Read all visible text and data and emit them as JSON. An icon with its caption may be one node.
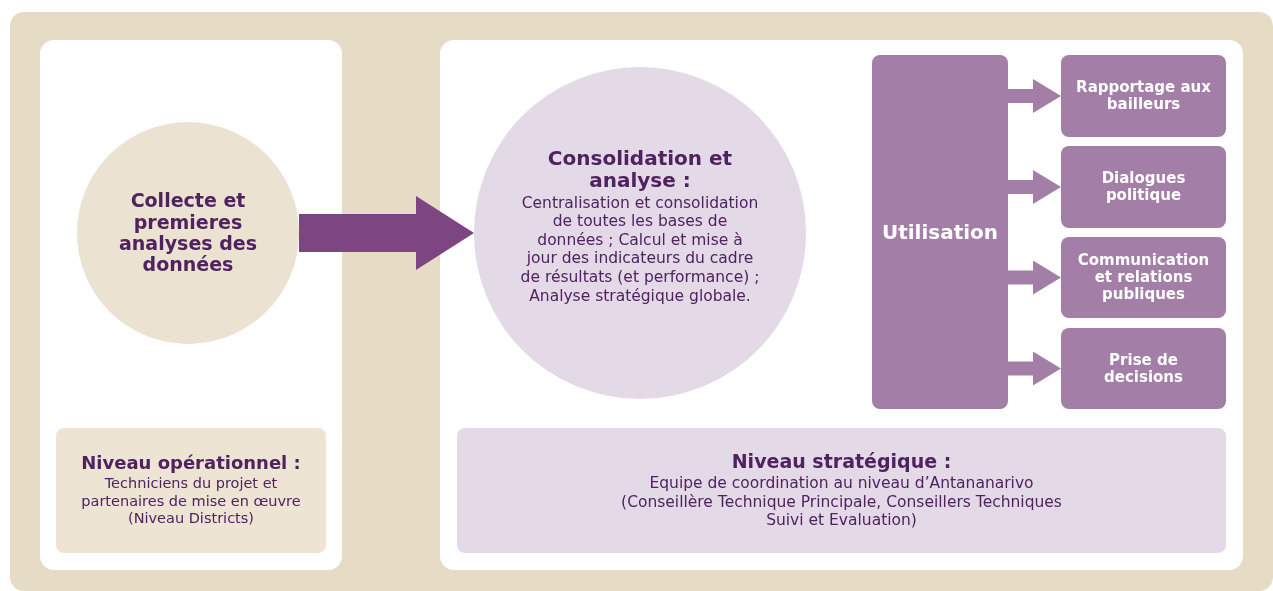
{
  "diagram": {
    "nodes": [
      {
        "text": [],
        "shape": "box"
      },
      {
        "text": [
          "Collecte et premieres analyses des données"
        ],
        "in": 0
      },
      {
        "text": [
          "Niveau opérationnel :",
          "Techniciens du projet et partenaires de mise en œuvre (Niveau Districts)"
        ],
        "in": 0
      },
      {
        "text": [],
        "shape": "box"
      },
      {
        "text": [
          "Consolidation et analyse :",
          "Centralisation et consolidation de toutes les bases de données ; Calcul et mise à jour des indicateurs du cadre de résultats (et performance) ; Analyse stratégique globale."
        ],
        "in": 3
      },
      {
        "text": [
          "Utilisation"
        ],
        "in": 3
      },
      {
        "text": [
          "Rapportage aux bailleurs"
        ],
        "in": 3
      },
      {
        "text": [
          "Dialogues politique"
        ],
        "in": 3
      },
      {
        "text": [
          "Communication et relations publiques"
        ],
        "in": 3
      },
      {
        "text": [
          "Prise de decisions"
        ],
        "in": 3
      },
      {
        "text": [
          "Niveau stratégique :",
          "Equipe de coordination au niveau d’Antananarivo (Conseillère Technique Principale, Conseillers Techniques Suivi et Evaluation)"
        ],
        "in": 3
      }
    ],
    "edges": [
      {
        "from": 1,
        "to": 4,
        "arrow": "to",
        "style": "thick",
        "color": "#7d4683"
      },
      {
        "from": 5,
        "to": 6,
        "arrow": "to"
      },
      {
        "from": 5,
        "to": 7,
        "arrow": "to"
      },
      {
        "from": 5,
        "to": 8,
        "arrow": "to"
      },
      {
        "from": 5,
        "to": 9,
        "arrow": "to"
      }
    ]
  }
}
